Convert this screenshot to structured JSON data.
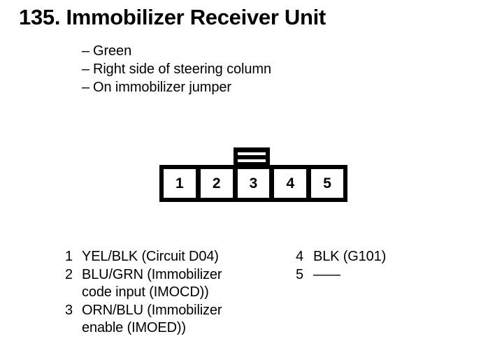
{
  "page": {
    "title": "135. Immobilizer Receiver Unit",
    "background_color": "#ffffff",
    "ink_color": "#000000"
  },
  "bullets": [
    {
      "dash": "–",
      "text": "Green"
    },
    {
      "dash": "–",
      "text": "Right side of steering column"
    },
    {
      "dash": "–",
      "text": "On immobilizer jumper"
    }
  ],
  "connector": {
    "pin_count": 5,
    "pins": [
      {
        "number": "1"
      },
      {
        "number": "2"
      },
      {
        "number": "3"
      },
      {
        "number": "4"
      },
      {
        "number": "5"
      }
    ],
    "tab": {
      "slot_count": 2
    }
  },
  "pin_legend": {
    "left_column": [
      {
        "number": "1",
        "line1": "YEL/BLK (Circuit D04)",
        "line2": ""
      },
      {
        "number": "2",
        "line1": "BLU/GRN (Immobilizer",
        "line2": "code input (IMOCD))"
      },
      {
        "number": "3",
        "line1": "ORN/BLU (Immobilizer",
        "line2": "enable (IMOED))"
      }
    ],
    "right_column": [
      {
        "number": "4",
        "line1": "BLK (G101)",
        "line2": ""
      },
      {
        "number": "5",
        "line1": "——",
        "line2": ""
      }
    ]
  }
}
